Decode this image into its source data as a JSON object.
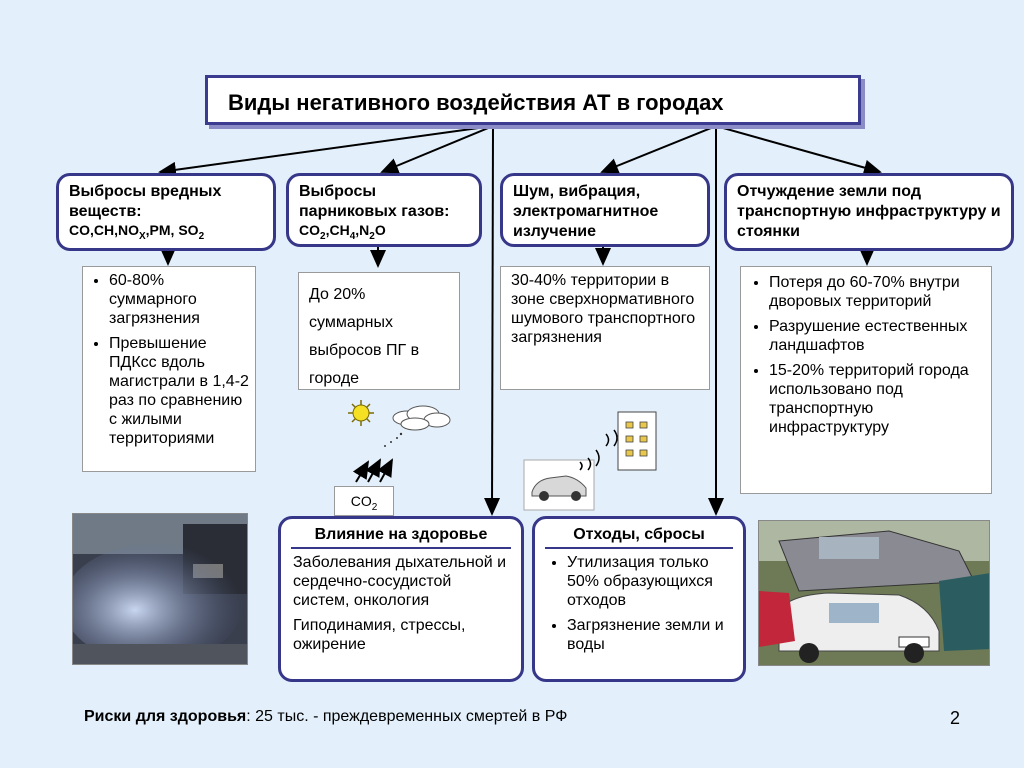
{
  "title": "Виды негативного воздействия АТ в городах",
  "categories": [
    {
      "head": "Выбросы вредных веществ:",
      "formula": "CO,CH,NOx,PM, SO2"
    },
    {
      "head": "Выбросы парниковых газов:",
      "formula": "CO2,CH4,N2O"
    },
    {
      "head": "Шум, вибрация, электромагнитное излучение"
    },
    {
      "head": "Отчуждение земли под транспортную инфраструктуру и стоянки"
    }
  ],
  "details": {
    "emissions": [
      "60-80% суммарного загрязнения",
      "Превышение ПДКсс вдоль магистрали в 1,4-2 раз по сравнению с жилыми территориями"
    ],
    "greenhouse": "До 20% суммарных выбросов ПГ в городе",
    "noise": "30-40% территории в зоне сверхнормативного шумового транспортного загрязнения",
    "land": [
      "Потеря до 60-70% внутри дворовых территорий",
      "Разрушение естественных ландшафтов",
      "15-20% территорий города использовано под транспортную инфраструктуру"
    ]
  },
  "co2_label": "CO2",
  "health": {
    "head": "Влияние на здоровье",
    "items": [
      "Заболевания дыхательной и сердечно-сосудистой систем, онкология",
      "Гиподинамия, стрессы, ожирение"
    ]
  },
  "waste": {
    "head": "Отходы, сбросы",
    "items": [
      "Утилизация только 50% образующихся отходов",
      "Загрязнение земли и воды"
    ]
  },
  "footer": {
    "bold": "Риски для здоровья",
    "rest": ": 25 тыс. - преждевременных смертей в РФ"
  },
  "page_number": "2",
  "colors": {
    "background": "#e3f0fb",
    "border": "#37378a"
  }
}
